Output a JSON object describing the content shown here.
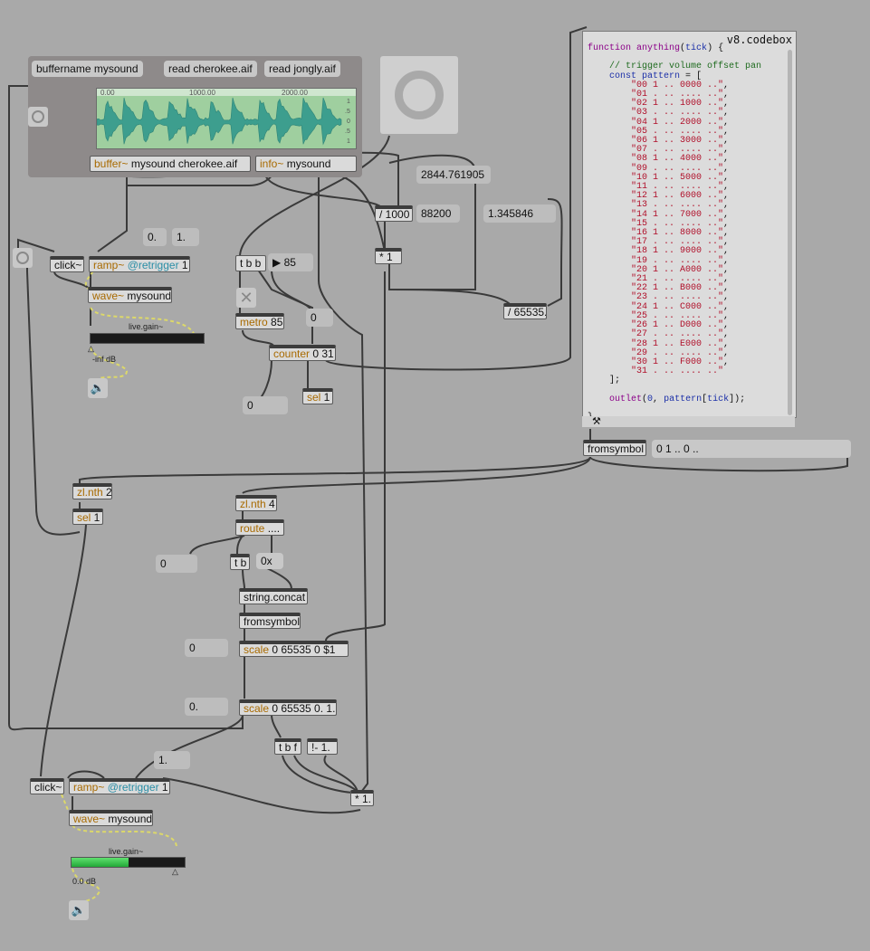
{
  "buffer_panel": {
    "buffername_msg": "buffername mysound",
    "read_cherokee_msg": "read cherokee.aif",
    "read_jongly_msg": "read jongly.aif",
    "ruler_labels": [
      "0.00",
      "1000.00",
      "2000.00"
    ],
    "scale_labels": [
      "1",
      ".5",
      "0",
      ".5",
      "1"
    ],
    "buffer_obj": {
      "kw": "buffer~",
      "args": " mysound cherokee.aif"
    },
    "info_obj": {
      "kw": "info~",
      "args": " mysound"
    }
  },
  "numbers": {
    "duration": "2844.761905",
    "samples": "88200",
    "ratio": "1.345846",
    "ramp_min": "0.",
    "ramp_max": "1.",
    "metro_rate": "85",
    "counter_reset": "0",
    "counter_out": "0",
    "route_left": "0",
    "hex_prefix": "0x",
    "scale_left": "0",
    "scale2_left": "0.",
    "ramp2_val": "1.",
    "pattern_out": "0 1 .. 0 .."
  },
  "objects": {
    "div1000": "/ 1000",
    "mul1": "* 1",
    "div65535": "/ 65535.",
    "tbb": "t b b",
    "metro": {
      "kw": "metro",
      "args": " 85"
    },
    "counter": {
      "kw": "counter",
      "args": " 0 31"
    },
    "sel1_top": {
      "kw": "sel",
      "args": " 1"
    },
    "click1": "click~",
    "ramp1": {
      "kw": "ramp~",
      "attr": " @retrigger",
      "args": " 1"
    },
    "wave1": {
      "kw": "wave~",
      "args": " mysound"
    },
    "fromsymbol1": "fromsymbol",
    "zlnth2": {
      "kw": "zl.nth",
      "args": " 2"
    },
    "sel1": {
      "kw": "sel",
      "args": " 1"
    },
    "zlnth4": {
      "kw": "zl.nth",
      "args": " 4"
    },
    "route": {
      "kw": "route",
      "args": " ...."
    },
    "tb": "t b",
    "concat": "string.concat",
    "fromsymbol2": "fromsymbol",
    "scale1": {
      "kw": "scale",
      "args": " 0 65535 0 $1"
    },
    "scale2": {
      "kw": "scale",
      "args": " 0 65535 0. 1."
    },
    "tbf": "t b f",
    "rsub": "!- 1.",
    "mul2": "* 1.",
    "click2": "click~",
    "ramp2": {
      "kw": "ramp~",
      "attr": " @retrigger",
      "args": " 1"
    },
    "wave2": {
      "kw": "wave~",
      "args": " mysound"
    }
  },
  "gain1": {
    "label": "live.gain~",
    "db": "-inf dB",
    "level": 0.0
  },
  "gain2": {
    "label": "live.gain~",
    "db": "0.0 dB",
    "level": 0.5
  },
  "codebox": {
    "title": "v8.codebox",
    "lines": [
      [
        [
          "kfn",
          "function "
        ],
        [
          "kfn",
          "anything"
        ],
        [
          "",
          "("
        ],
        [
          "kvar",
          "tick"
        ],
        [
          "",
          ") {"
        ]
      ],
      [
        [
          "",
          ""
        ]
      ],
      [
        [
          "cmt",
          "    // trigger volume offset pan"
        ]
      ],
      [
        [
          "kvar",
          "    const pattern"
        ],
        [
          "",
          " = ["
        ]
      ],
      [
        [
          "str",
          "        \"00 1 .. 0000 ..\""
        ],
        [
          "",
          ","
        ]
      ],
      [
        [
          "str",
          "        \"01 . .. .... ..\""
        ],
        [
          "",
          ","
        ]
      ],
      [
        [
          "str",
          "        \"02 1 .. 1000 ..\""
        ],
        [
          "",
          ","
        ]
      ],
      [
        [
          "str",
          "        \"03 . .. .... ..\""
        ],
        [
          "",
          ","
        ]
      ],
      [
        [
          "str",
          "        \"04 1 .. 2000 ..\""
        ],
        [
          "",
          ","
        ]
      ],
      [
        [
          "str",
          "        \"05 . .. .... ..\""
        ],
        [
          "",
          ","
        ]
      ],
      [
        [
          "str",
          "        \"06 1 .. 3000 ..\""
        ],
        [
          "",
          ","
        ]
      ],
      [
        [
          "str",
          "        \"07 . .. .... ..\""
        ],
        [
          "",
          ","
        ]
      ],
      [
        [
          "str",
          "        \"08 1 .. 4000 ..\""
        ],
        [
          "",
          ","
        ]
      ],
      [
        [
          "str",
          "        \"09 . .. .... ..\""
        ],
        [
          "",
          ","
        ]
      ],
      [
        [
          "str",
          "        \"10 1 .. 5000 ..\""
        ],
        [
          "",
          ","
        ]
      ],
      [
        [
          "str",
          "        \"11 . .. .... ..\""
        ],
        [
          "",
          ","
        ]
      ],
      [
        [
          "str",
          "        \"12 1 .. 6000 ..\""
        ],
        [
          "",
          ","
        ]
      ],
      [
        [
          "str",
          "        \"13 . .. .... ..\""
        ],
        [
          "",
          ","
        ]
      ],
      [
        [
          "str",
          "        \"14 1 .. 7000 ..\""
        ],
        [
          "",
          ","
        ]
      ],
      [
        [
          "str",
          "        \"15 . .. .... ..\""
        ],
        [
          "",
          ","
        ]
      ],
      [
        [
          "str",
          "        \"16 1 .. 8000 ..\""
        ],
        [
          "",
          ","
        ]
      ],
      [
        [
          "str",
          "        \"17 . .. .... ..\""
        ],
        [
          "",
          ","
        ]
      ],
      [
        [
          "str",
          "        \"18 1 .. 9000 ..\""
        ],
        [
          "",
          ","
        ]
      ],
      [
        [
          "str",
          "        \"19 . .. .... ..\""
        ],
        [
          "",
          ","
        ]
      ],
      [
        [
          "str",
          "        \"20 1 .. A000 ..\""
        ],
        [
          "",
          ","
        ]
      ],
      [
        [
          "str",
          "        \"21 . .. .... ..\""
        ],
        [
          "",
          ","
        ]
      ],
      [
        [
          "str",
          "        \"22 1 .. B000 ..\""
        ],
        [
          "",
          ","
        ]
      ],
      [
        [
          "str",
          "        \"23 . .. .... ..\""
        ],
        [
          "",
          ","
        ]
      ],
      [
        [
          "str",
          "        \"24 1 .. C000 ..\""
        ],
        [
          "",
          ","
        ]
      ],
      [
        [
          "str",
          "        \"25 . .. .... ..\""
        ],
        [
          "",
          ","
        ]
      ],
      [
        [
          "str",
          "        \"26 1 .. D000 ..\""
        ],
        [
          "",
          ","
        ]
      ],
      [
        [
          "str",
          "        \"27 . .. .... ..\""
        ],
        [
          "",
          ","
        ]
      ],
      [
        [
          "str",
          "        \"28 1 .. E000 ..\""
        ],
        [
          "",
          ","
        ]
      ],
      [
        [
          "str",
          "        \"29 . .. .... ..\""
        ],
        [
          "",
          ","
        ]
      ],
      [
        [
          "str",
          "        \"30 1 .. F000 ..\""
        ],
        [
          "",
          ","
        ]
      ],
      [
        [
          "str",
          "        \"31 . .. .... ..\""
        ]
      ],
      [
        [
          "",
          "    ];"
        ]
      ],
      [
        [
          "",
          ""
        ]
      ],
      [
        [
          "kfn",
          "    outlet"
        ],
        [
          "",
          "("
        ],
        [
          "kvar",
          "0"
        ],
        [
          "",
          ", "
        ],
        [
          "kvar",
          "pattern"
        ],
        [
          "",
          "["
        ],
        [
          "kvar",
          "tick"
        ],
        [
          "",
          "]);"
        ]
      ],
      [
        [
          "",
          ""
        ]
      ],
      [
        [
          "",
          "}"
        ]
      ]
    ]
  },
  "icons": {
    "bang": "bang-circle-icon",
    "toggle": "toggle-x-icon",
    "speaker": "speaker-icon",
    "hammer": "hammer-icon"
  }
}
